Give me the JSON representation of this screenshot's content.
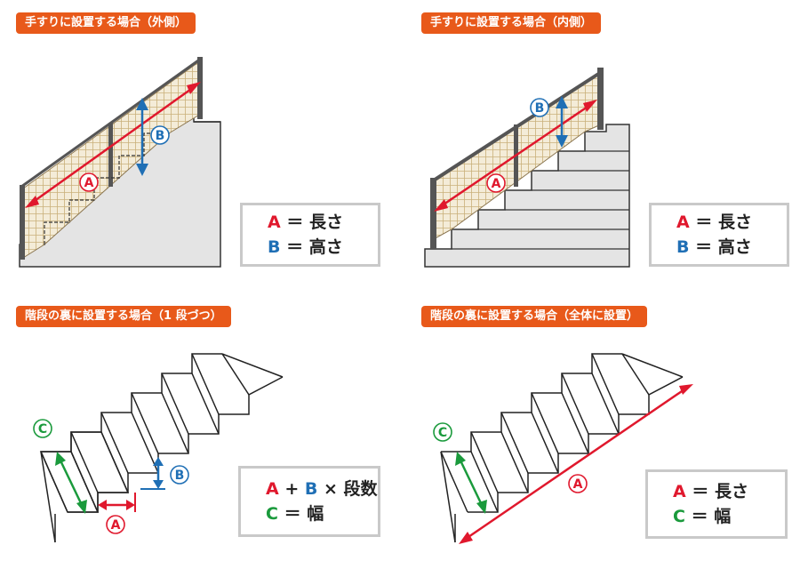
{
  "panels": [
    {
      "heading": "手すりに設置する場合（外側）",
      "legend": [
        {
          "key": "A",
          "sep": "＝",
          "value": "長さ"
        },
        {
          "key": "B",
          "sep": "＝",
          "value": "高さ"
        }
      ],
      "markers": [
        "A",
        "B"
      ]
    },
    {
      "heading": "手すりに設置する場合（内側）",
      "legend": [
        {
          "key": "A",
          "sep": "＝",
          "value": "長さ"
        },
        {
          "key": "B",
          "sep": "＝",
          "value": "高さ"
        }
      ],
      "markers": [
        "A",
        "B"
      ]
    },
    {
      "heading": "階段の裏に設置する場合（1 段づつ）",
      "legend": [
        {
          "key": "A",
          "plus": "+",
          "key2": "B",
          "value": "× 段数"
        },
        {
          "key": "C",
          "sep": "＝",
          "value": "幅"
        }
      ],
      "markers": [
        "A",
        "B",
        "C"
      ]
    },
    {
      "heading": "階段の裏に設置する場合（全体に設置）",
      "legend": [
        {
          "key": "A",
          "sep": "＝",
          "value": "長さ"
        },
        {
          "key": "C",
          "sep": "＝",
          "value": "幅"
        }
      ],
      "markers": [
        "A",
        "C"
      ]
    }
  ],
  "colors": {
    "tag_bg": "#e8591a",
    "a_color": "#e0182d",
    "b_color": "#1f6fb5",
    "c_color": "#1a9a3c",
    "stair_fill": "#e4e4e4",
    "stair_stroke": "#333333",
    "net_color": "#c9b07a",
    "post_color": "#555555",
    "box_border": "#c9c9c9"
  }
}
